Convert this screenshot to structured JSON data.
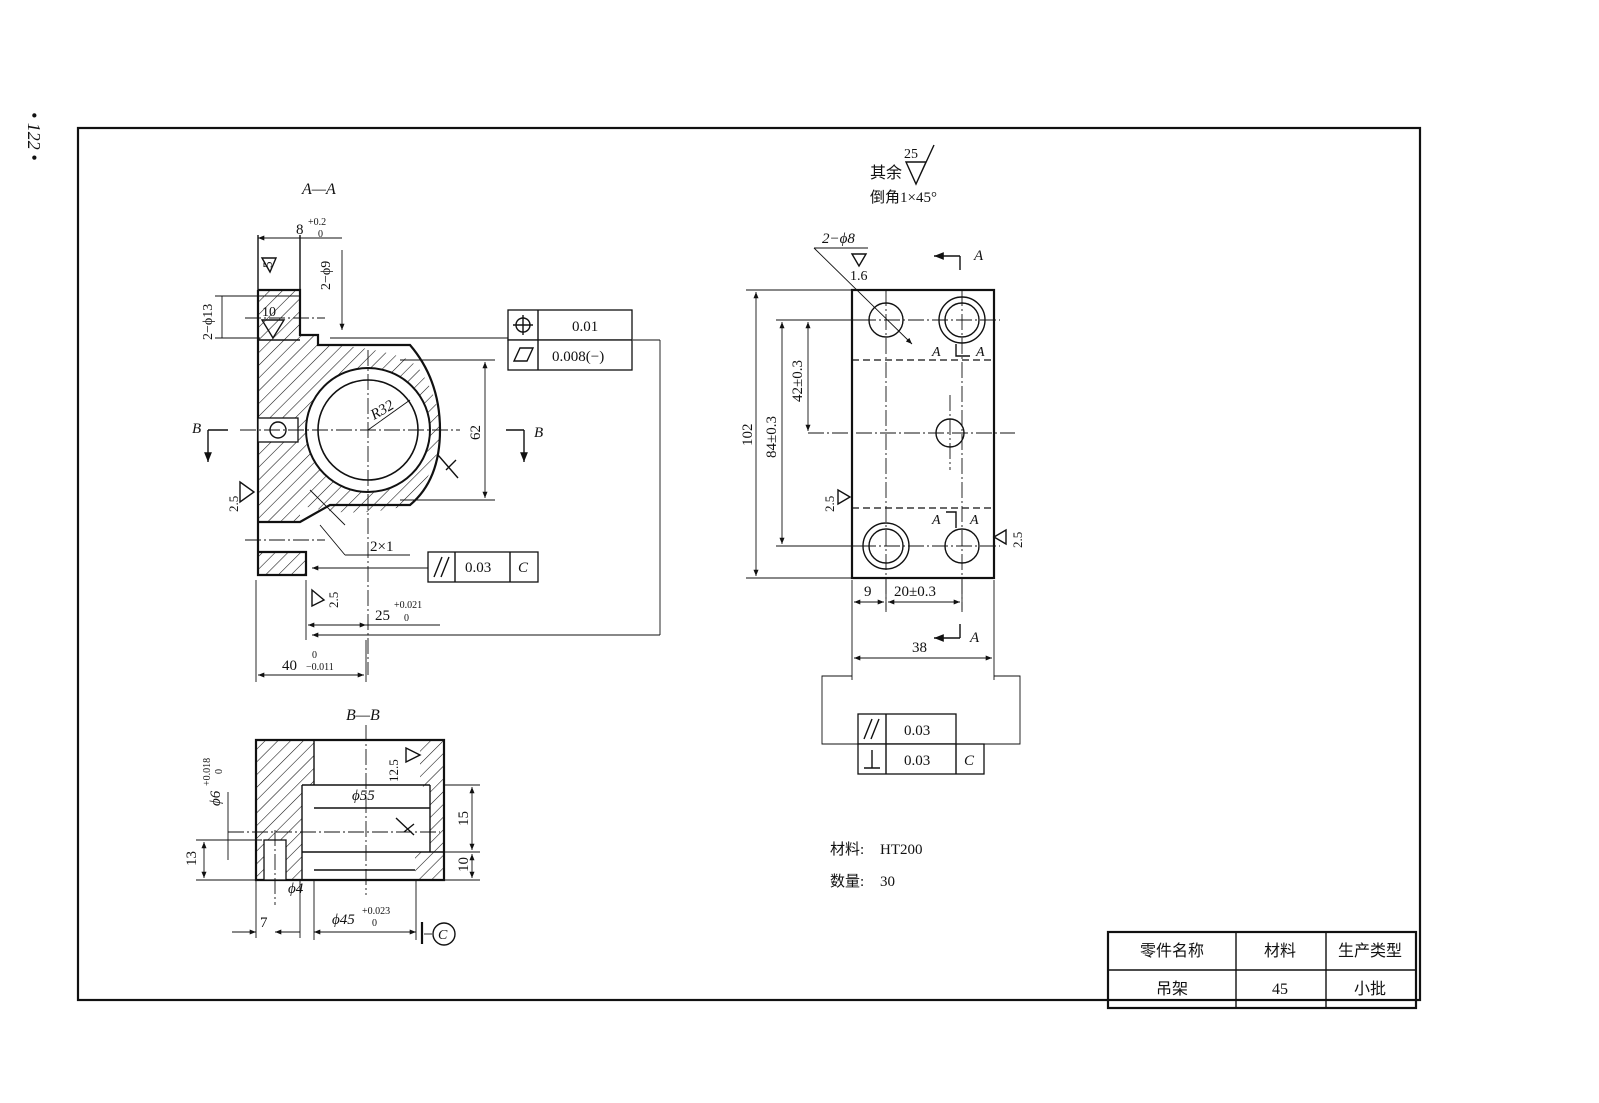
{
  "page_number": "• 122 •",
  "views": {
    "section_aa": "A—A",
    "section_bb": "B—B",
    "cut_b": "B",
    "cut_a": "A",
    "datum_c": "C"
  },
  "notes": {
    "remaining_prefix": "其余",
    "remaining_roughness": "25",
    "chamfer": "倒角1×45°"
  },
  "dimensions": {
    "aa_slot_width": "8",
    "aa_slot_width_tol_upper": "+0.2",
    "aa_slot_width_tol_lower": "0",
    "aa_roughness_5": "5",
    "aa_hole_2phi9": "2−ϕ9",
    "aa_hole_2phi13": "2−ϕ13",
    "aa_depth_10": "10",
    "aa_r32": "R32",
    "aa_height_62": "62",
    "aa_roughness_25": "2.5",
    "aa_chamfer_2x1": "2×1",
    "aa_roughness_25_bottom": "2.5",
    "aa_dist_25": "25",
    "aa_dist_25_upper": "+0.021",
    "aa_dist_25_lower": "0",
    "aa_width_40": "40",
    "aa_width_40_upper": "0",
    "aa_width_40_lower": "−0.011",
    "bb_phi6": "ϕ6",
    "bb_phi6_upper": "+0.018",
    "bb_phi6_lower": "0",
    "bb_roughness_125": "12.5",
    "bb_phi55": "ϕ55",
    "bb_15": "15",
    "bb_10": "10",
    "bb_13": "13",
    "bb_phi4": "ϕ4",
    "bb_7": "7",
    "bb_phi45": "ϕ45",
    "bb_phi45_upper": "+0.023",
    "bb_phi45_lower": "0",
    "plan_2phi8": "2−ϕ8",
    "plan_roughness_16": "1.6",
    "plan_102": "102",
    "plan_84": "84±0.3",
    "plan_42": "42±0.3",
    "plan_roughness_25_left": "2.5",
    "plan_roughness_25_right": "2.5",
    "plan_9": "9",
    "plan_20": "20±0.3",
    "plan_38": "38"
  },
  "tolerance_frames": [
    {
      "symbol": "position",
      "value": "0.01",
      "datum": ""
    },
    {
      "symbol": "flatness",
      "value": "0.008(−)",
      "datum": ""
    },
    {
      "symbol": "parallelism",
      "value": "0.03",
      "datum": "C"
    },
    {
      "symbol": "parallelism",
      "value": "0.03",
      "datum": ""
    },
    {
      "symbol": "perpendicularity",
      "value": "0.03",
      "datum": "C"
    }
  ],
  "material_note": {
    "material_label": "材料:",
    "material_value": "HT200",
    "quantity_label": "数量:",
    "quantity_value": "30"
  },
  "title_block": {
    "headers": [
      "零件名称",
      "材料",
      "生产类型"
    ],
    "values": [
      "吊架",
      "45",
      "小批"
    ]
  }
}
